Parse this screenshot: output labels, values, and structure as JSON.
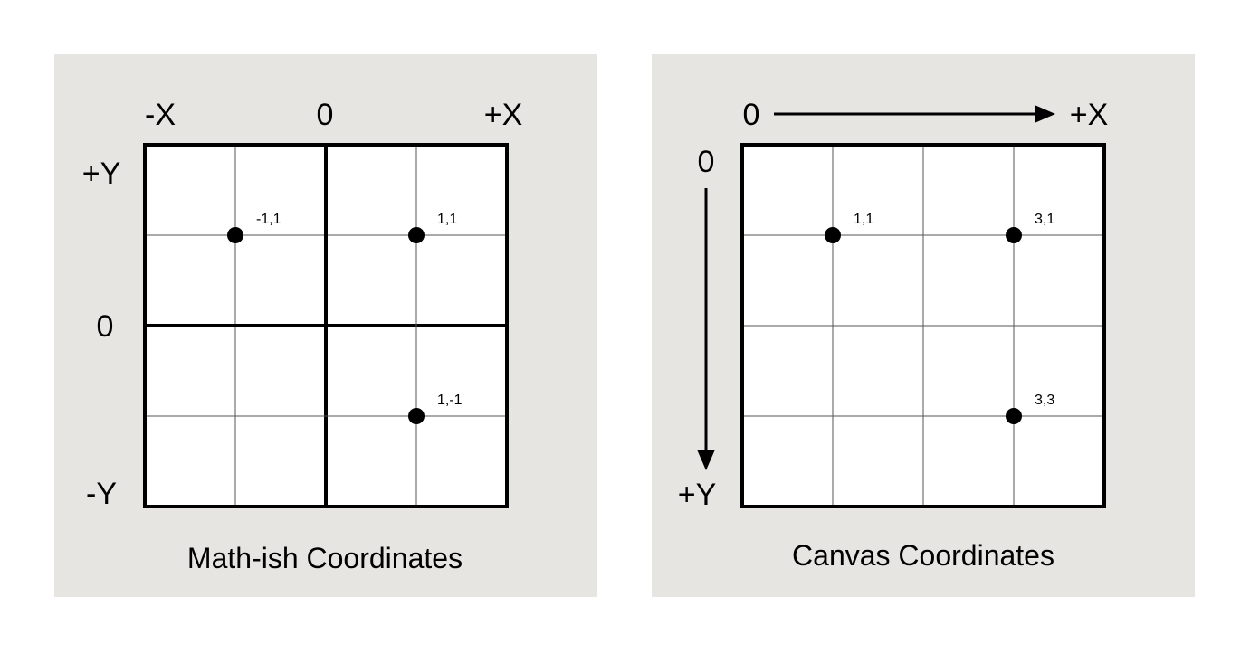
{
  "colors": {
    "panel_background": "#e6e5e1",
    "grid_background": "#ffffff",
    "line": "#000000",
    "thin_grid_line": "#555555"
  },
  "panels": [
    {
      "id": "math",
      "caption": "Math-ish Coordinates",
      "axis_labels": {
        "x_negative": "-X",
        "x_zero": "0",
        "x_positive": "+X",
        "y_positive": "+Y",
        "y_zero": "0",
        "y_negative": "-Y"
      },
      "grid_divisions": 4,
      "points": [
        {
          "label": "-1,1",
          "x": -1,
          "y": 1
        },
        {
          "label": "1,1",
          "x": 1,
          "y": 1
        },
        {
          "label": "1,-1",
          "x": 1,
          "y": -1
        }
      ]
    },
    {
      "id": "canvas",
      "caption": "Canvas Coordinates",
      "axis_labels": {
        "x_zero": "0",
        "x_positive": "+X",
        "y_zero": "0",
        "y_positive": "+Y"
      },
      "grid_divisions": 4,
      "points": [
        {
          "label": "1,1",
          "x": 1,
          "y": 1
        },
        {
          "label": "3,1",
          "x": 3,
          "y": 1
        },
        {
          "label": "3,3",
          "x": 3,
          "y": 3
        }
      ]
    }
  ]
}
